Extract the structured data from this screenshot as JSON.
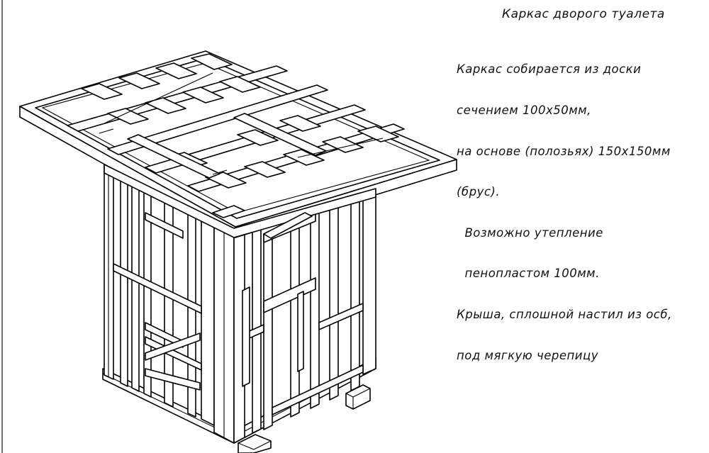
{
  "title": "Каркас дворого туалета",
  "notes": [
    "Каркас собирается из доски",
    "сечением 100х50мм,",
    "на основе (полозьях) 150х150мм",
    "(брус).",
    "  Возможно утепление",
    "  пенопластом 100мм.",
    "Крыша, сплошной настил из осб,",
    "под мягкую черепицу"
  ],
  "colors": {
    "background": "#ffffff",
    "lines": "#000000"
  }
}
